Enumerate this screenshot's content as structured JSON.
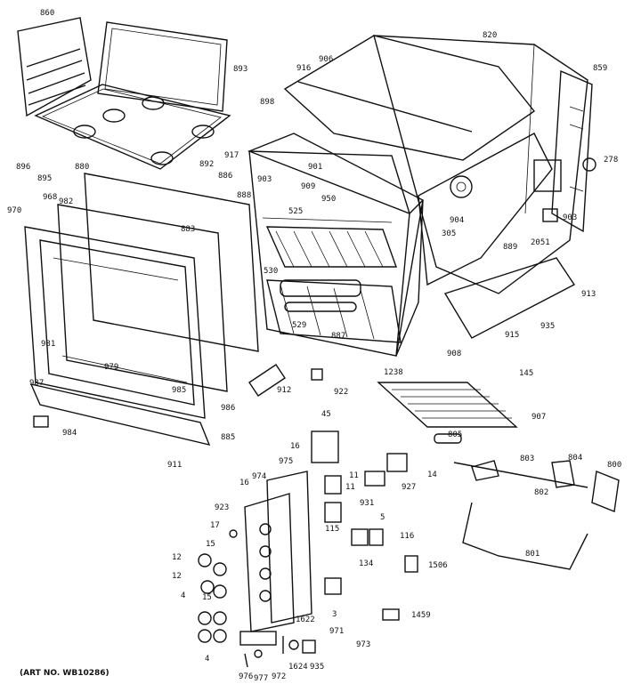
{
  "art_number": "(ART NO. WB10286)",
  "part_labels": [
    {
      "id": "p860",
      "text": "860"
    },
    {
      "id": "p893",
      "text": "893"
    },
    {
      "id": "p892",
      "text": "892"
    },
    {
      "id": "p898",
      "text": "898"
    },
    {
      "id": "p916",
      "text": "916"
    },
    {
      "id": "p906",
      "text": "906"
    },
    {
      "id": "p820",
      "text": "820"
    },
    {
      "id": "p859",
      "text": "859"
    },
    {
      "id": "p278",
      "text": "278"
    },
    {
      "id": "p917",
      "text": "917"
    },
    {
      "id": "p901",
      "text": "901"
    },
    {
      "id": "p886",
      "text": "886"
    },
    {
      "id": "p888",
      "text": "888"
    },
    {
      "id": "p903a",
      "text": "903"
    },
    {
      "id": "p909",
      "text": "909"
    },
    {
      "id": "p950",
      "text": "950"
    },
    {
      "id": "p525",
      "text": "525"
    },
    {
      "id": "p904",
      "text": "904"
    },
    {
      "id": "p903b",
      "text": "903"
    },
    {
      "id": "p2051",
      "text": "2051"
    },
    {
      "id": "p305",
      "text": "305"
    },
    {
      "id": "p889",
      "text": "889"
    },
    {
      "id": "p913",
      "text": "913"
    },
    {
      "id": "p896",
      "text": "896"
    },
    {
      "id": "p895",
      "text": "895"
    },
    {
      "id": "p880",
      "text": "880"
    },
    {
      "id": "p968",
      "text": "968"
    },
    {
      "id": "p970",
      "text": "970"
    },
    {
      "id": "p982",
      "text": "982"
    },
    {
      "id": "p883",
      "text": "883"
    },
    {
      "id": "p530",
      "text": "530"
    },
    {
      "id": "p529",
      "text": "529"
    },
    {
      "id": "p887",
      "text": "887"
    },
    {
      "id": "p915",
      "text": "915"
    },
    {
      "id": "p935a",
      "text": "935"
    },
    {
      "id": "p908",
      "text": "908"
    },
    {
      "id": "p1238",
      "text": "1238"
    },
    {
      "id": "p145",
      "text": "145"
    },
    {
      "id": "p981",
      "text": "981"
    },
    {
      "id": "p979",
      "text": "979"
    },
    {
      "id": "p987",
      "text": "987"
    },
    {
      "id": "p985",
      "text": "985"
    },
    {
      "id": "p986",
      "text": "986"
    },
    {
      "id": "p912",
      "text": "912"
    },
    {
      "id": "p922",
      "text": "922"
    },
    {
      "id": "p907",
      "text": "907"
    },
    {
      "id": "p984",
      "text": "984"
    },
    {
      "id": "p885",
      "text": "885"
    },
    {
      "id": "p45",
      "text": "45"
    },
    {
      "id": "p911",
      "text": "911"
    },
    {
      "id": "p16a",
      "text": "16"
    },
    {
      "id": "p975a",
      "text": "975"
    },
    {
      "id": "p805",
      "text": "805"
    },
    {
      "id": "p803",
      "text": "803"
    },
    {
      "id": "p804",
      "text": "804"
    },
    {
      "id": "p800",
      "text": "800"
    },
    {
      "id": "p974",
      "text": "974"
    },
    {
      "id": "p16b",
      "text": "16"
    },
    {
      "id": "p11a",
      "text": "11"
    },
    {
      "id": "p11b",
      "text": "11"
    },
    {
      "id": "p927",
      "text": "927"
    },
    {
      "id": "p14",
      "text": "14"
    },
    {
      "id": "p802",
      "text": "802"
    },
    {
      "id": "p923",
      "text": "923"
    },
    {
      "id": "p931",
      "text": "931"
    },
    {
      "id": "p5",
      "text": "5"
    },
    {
      "id": "p17",
      "text": "17"
    },
    {
      "id": "p115",
      "text": "115"
    },
    {
      "id": "p116",
      "text": "116"
    },
    {
      "id": "p15a",
      "text": "15"
    },
    {
      "id": "p12a",
      "text": "12"
    },
    {
      "id": "p134",
      "text": "134"
    },
    {
      "id": "p1506",
      "text": "1506"
    },
    {
      "id": "p801",
      "text": "801"
    },
    {
      "id": "p12b",
      "text": "12"
    },
    {
      "id": "p15b",
      "text": "15"
    },
    {
      "id": "p4a",
      "text": "4"
    },
    {
      "id": "p3",
      "text": "3"
    },
    {
      "id": "p1459",
      "text": "1459"
    },
    {
      "id": "p1622",
      "text": "1622"
    },
    {
      "id": "p971",
      "text": "971"
    },
    {
      "id": "p973",
      "text": "973"
    },
    {
      "id": "p4b",
      "text": "4"
    },
    {
      "id": "p976",
      "text": "976"
    },
    {
      "id": "p977",
      "text": "977"
    },
    {
      "id": "p972",
      "text": "972"
    },
    {
      "id": "p1624",
      "text": "1624"
    },
    {
      "id": "p935b",
      "text": "935"
    }
  ]
}
